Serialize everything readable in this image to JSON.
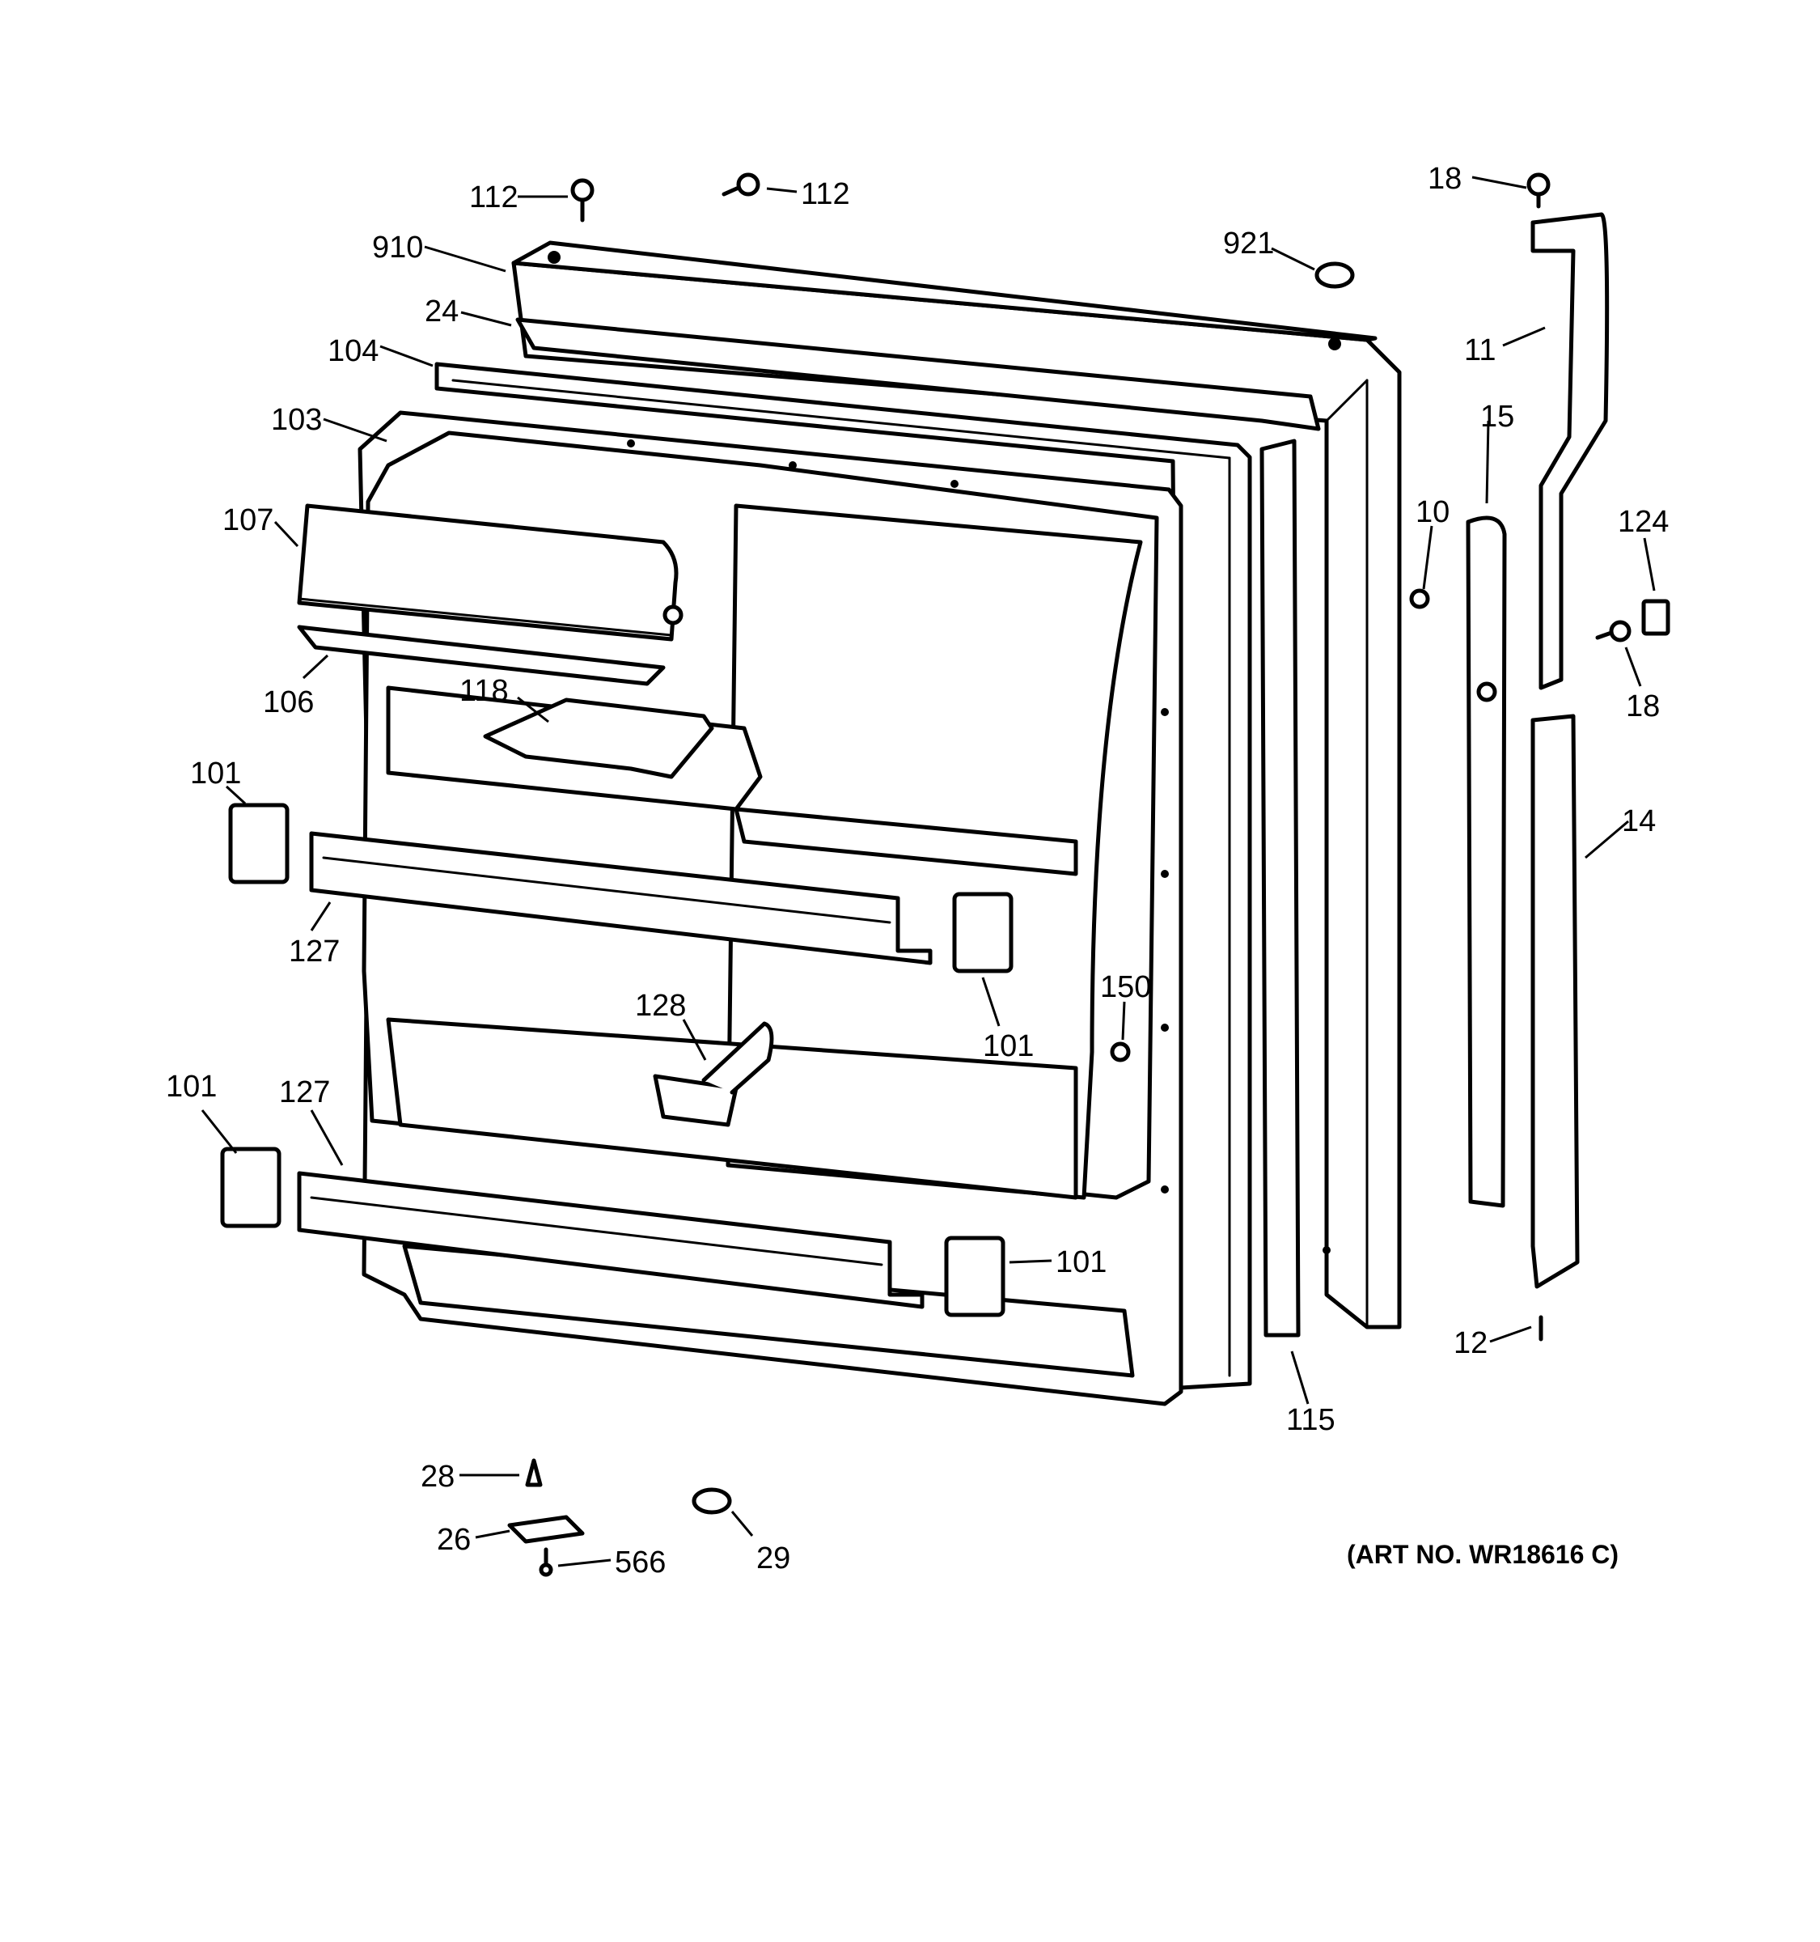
{
  "callouts": {
    "c112a": "112",
    "c112b": "112",
    "c910": "910",
    "c24": "24",
    "c104": "104",
    "c103": "103",
    "c107": "107",
    "c106": "106",
    "c118": "118",
    "c101a": "101",
    "c127a": "127",
    "c101b": "101",
    "c128": "128",
    "c150": "150",
    "c101c": "101",
    "c127b": "127",
    "c101d": "101",
    "c921": "921",
    "c18a": "18",
    "c11": "11",
    "c15": "15",
    "c10": "10",
    "c124": "124",
    "c18b": "18",
    "c14": "14",
    "c115": "115",
    "c12": "12",
    "c28": "28",
    "c26": "26",
    "c566": "566",
    "c29": "29"
  },
  "art_number": "(ART NO. WR18616 C)"
}
